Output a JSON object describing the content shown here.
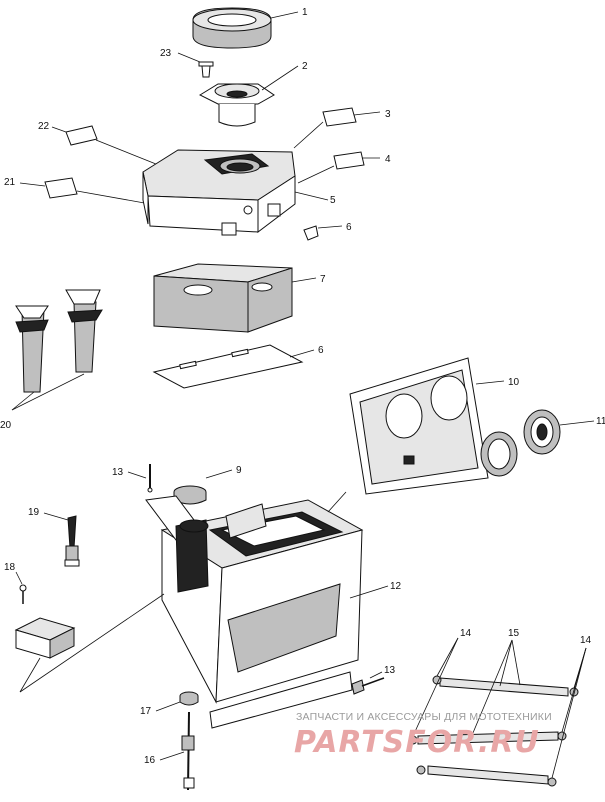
{
  "callouts": {
    "c1": "1",
    "c2": "2",
    "c3": "3",
    "c4": "4",
    "c5": "5",
    "c6a": "6",
    "c7": "7",
    "c6b": "6",
    "c10": "10",
    "c11": "11",
    "c9": "9",
    "c13a": "13",
    "c12": "12",
    "c19": "19",
    "c18": "18",
    "c17": "17",
    "c16": "16",
    "c13b": "13",
    "c14a": "14",
    "c14b": "14",
    "c15": "15",
    "c20": "20",
    "c21": "21",
    "c22": "22",
    "c23": "23"
  },
  "watermark": {
    "line1": "ЗАПЧАСТИ И АКСЕССУАРЫ ДЛЯ МОТОТЕХНИКИ",
    "line2": "PARTSFOR.RU"
  }
}
